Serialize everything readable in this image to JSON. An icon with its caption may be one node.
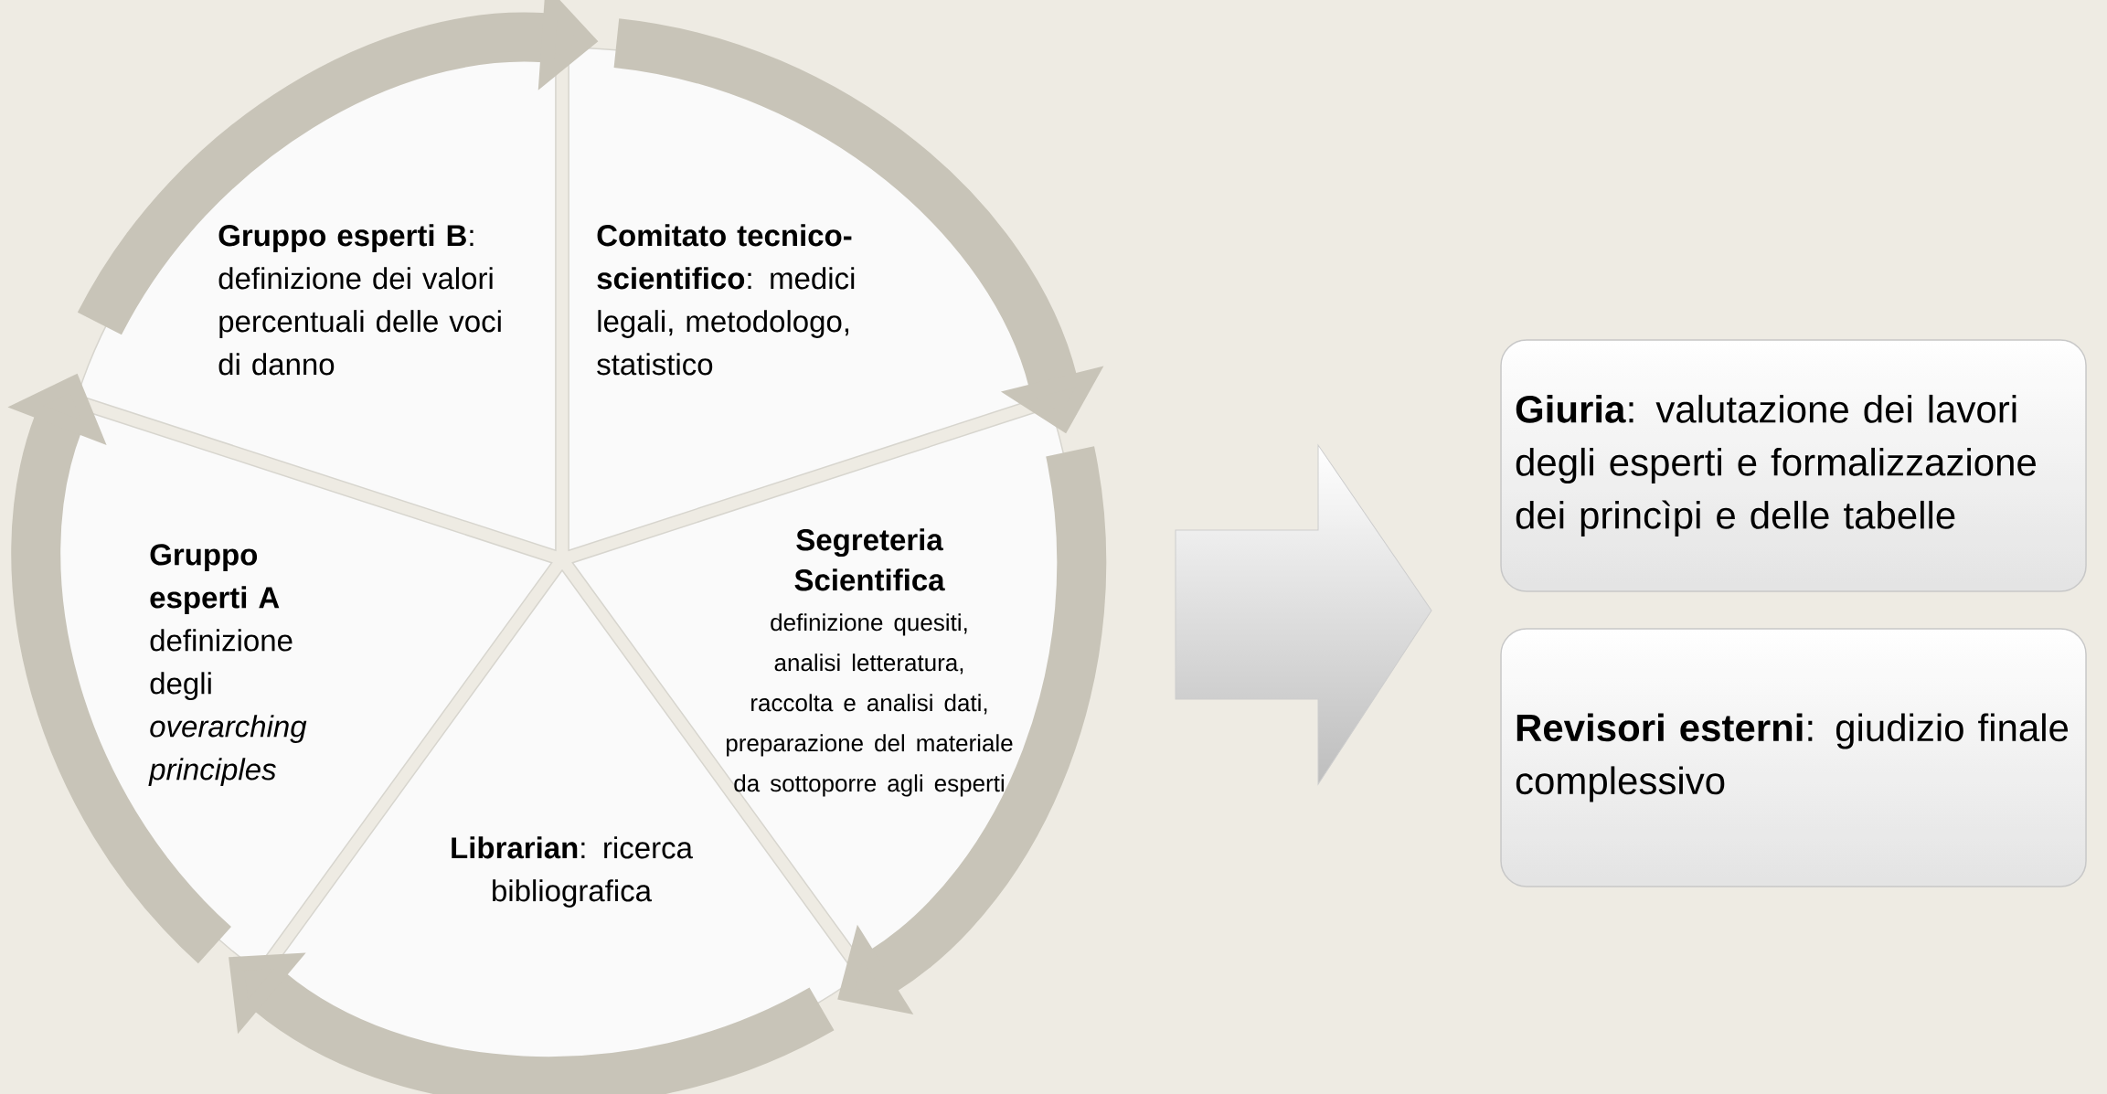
{
  "diagram": {
    "nodes": [
      {
        "text": [
          "**Gruppo esperti B**: definizione dei valori percentuali delle voci di danno"
        ]
      },
      {
        "text": [
          "**Comitato tecnico-scientifico**:  medici legali,  metodologo, statistico"
        ]
      },
      {
        "text": [
          "Segreteria Scientifica",
          "definizione quesiti, analisi letteratura, raccolta e analisi dati, preparazione del materiale da sottoporre agli esperti"
        ]
      },
      {
        "text": [
          "**Librarian**: ricerca bibliografica"
        ]
      },
      {
        "text": [
          "**Gruppo esperti A** definizione degli *overarching principles*"
        ]
      },
      {
        "text": [
          "**Giuria**: valutazione dei lavori degli esperti e formalizzazione dei princìpi e delle tabelle"
        ]
      },
      {
        "text": [
          "**Revisori esterni**: giudizio finale complessivo"
        ]
      }
    ],
    "edges": [
      {
        "from": 0,
        "to": 1,
        "arrow": "to"
      },
      {
        "from": 1,
        "to": 2,
        "arrow": "to"
      },
      {
        "from": 2,
        "to": 3,
        "arrow": "to"
      },
      {
        "from": 3,
        "to": 4,
        "arrow": "to"
      },
      {
        "from": 4,
        "to": 0,
        "arrow": "to"
      }
    ]
  }
}
